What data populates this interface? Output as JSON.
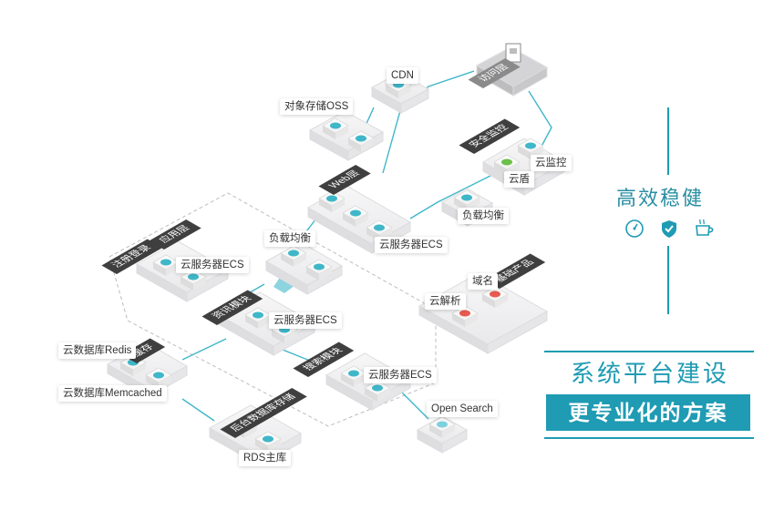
{
  "colors": {
    "accent": "#1f9bb3",
    "line": "#3fb7c9",
    "tag_bg": "#3f3f3f",
    "platform": "#eeeeef"
  },
  "labels": {
    "cdn": "CDN",
    "oss": "对象存储OSS",
    "access_layer": "访问层",
    "security_tag": "安全监控",
    "cloud_monitor": "云监控",
    "cloud_shield": "云盾",
    "web_tag": "Web层",
    "web_ecs": "云服务器ECS",
    "lb_top": "负载均衡",
    "lb_left": "负载均衡",
    "app_tag": "应用层",
    "register_tag": "注册登录",
    "register_ecs": "云服务器ECS",
    "info_tag": "资讯模块",
    "info_ecs": "云服务器ECS",
    "basic_tag": "基础产品",
    "domain": "域名",
    "dns": "云解析",
    "cache_tag": "缓存",
    "redis": "云数据库Redis",
    "memcached": "云数据库Memcached",
    "search_tag": "搜索模块",
    "search_ecs": "云服务器ECS",
    "open_search": "Open Search",
    "backend_tag": "后台数据库存储",
    "rds": "RDS主库"
  },
  "right_panel": {
    "title": "高效稳健",
    "icons": [
      "speedometer-icon",
      "shield-check-icon",
      "coffee-cup-icon"
    ],
    "heading": "系统平台建设",
    "subheading": "更专业化的方案"
  }
}
